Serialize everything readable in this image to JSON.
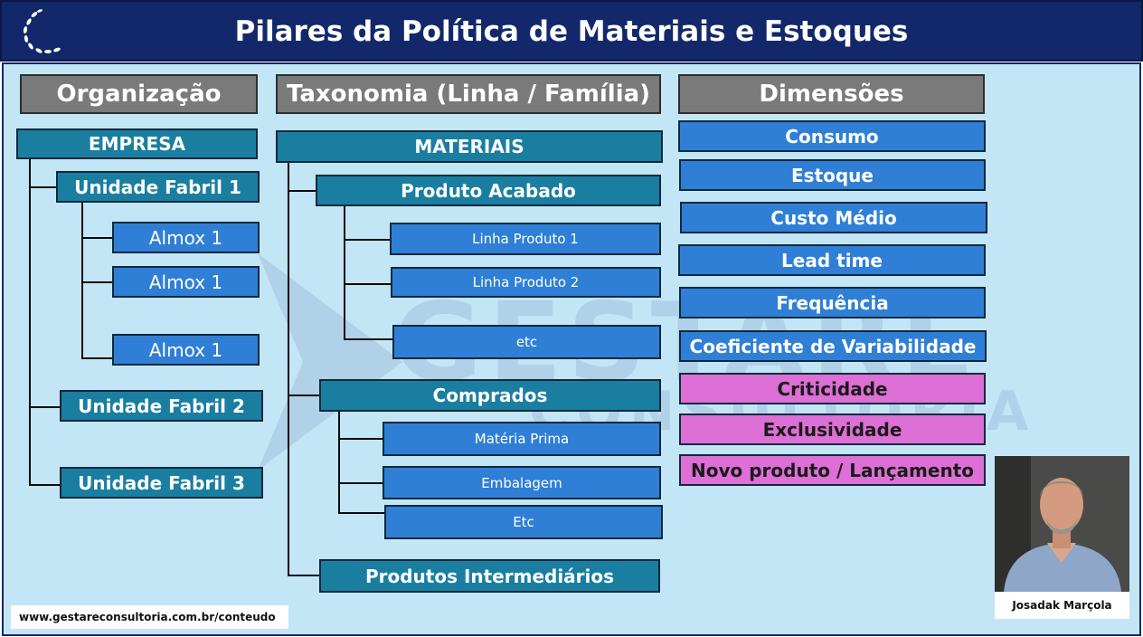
{
  "title": "Pilares da Política de Materiais e Estoques",
  "columns": {
    "organizacao": {
      "header": "Organização",
      "root": "EMPRESA",
      "unit1": "Unidade Fabril 1",
      "almox": [
        "Almox 1",
        "Almox 1",
        "Almox 1"
      ],
      "unit2": "Unidade Fabril 2",
      "unit3": "Unidade Fabril 3"
    },
    "taxonomia": {
      "header": "Taxonomia (Linha / Família)",
      "root": "MATERIAIS",
      "produto_acabado": "Produto Acabado",
      "pa_items": [
        "Linha Produto 1",
        "Linha Produto 2",
        "etc"
      ],
      "comprados": "Comprados",
      "comp_items": [
        "Matéria Prima",
        "Embalagem",
        "Etc"
      ],
      "intermediarios": "Produtos Intermediários"
    },
    "dimensoes": {
      "header": "Dimensões",
      "items": [
        "Consumo",
        "Estoque",
        "Custo Médio",
        "Lead time",
        "Frequência",
        "Coeficiente de Variabilidade"
      ],
      "highlight_items": [
        "Criticidade",
        "Exclusividade",
        "Novo produto / Lançamento"
      ]
    }
  },
  "footer": {
    "url": "www.gestareconsultoria.com.br/conteudo"
  },
  "author": {
    "name": "Josadak Marçola"
  },
  "watermark": {
    "text": "GESTARE",
    "subtext": "CONSULTORIA"
  },
  "colors": {
    "header_bar": "#12286b",
    "background": "#c3e6f7",
    "section_header": "#7a7a7a",
    "teal_box": "#1a7ea1",
    "blue_box": "#2f7fd6",
    "pink_box": "#dd6fd6"
  }
}
